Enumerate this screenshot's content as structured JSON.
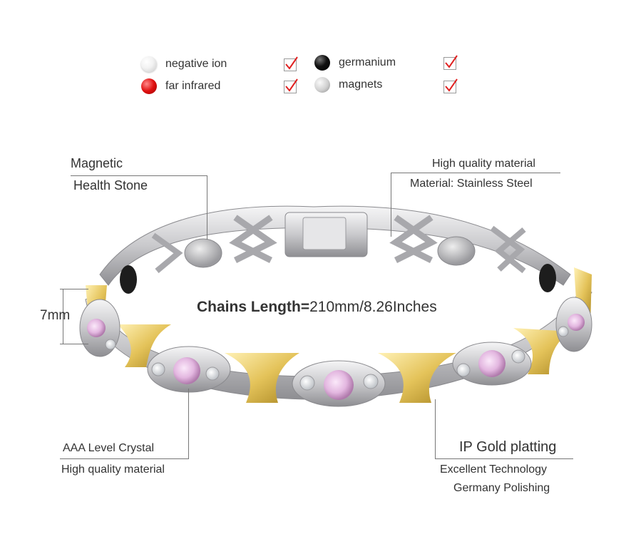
{
  "legend": {
    "items": [
      {
        "label": "negative ion",
        "icon": "negative-ion-dot-icon",
        "color": "#f2f2f2"
      },
      {
        "label": "far infrared",
        "icon": "far-infrared-dot-icon",
        "color": "#e01010"
      },
      {
        "label": "germanium",
        "icon": "germanium-dot-icon",
        "color": "#111111"
      },
      {
        "label": "magnets",
        "icon": "magnets-dot-icon",
        "color": "#cfcfcf"
      }
    ],
    "check_color": "#e02020"
  },
  "callouts": {
    "magnetic": [
      "Magnetic",
      "Health Stone"
    ],
    "material_top": [
      "High quality material",
      "Material: Stainless Steel"
    ],
    "crystal": [
      "AAA Level Crystal",
      "High quality material"
    ],
    "gold": [
      "IP Gold platting",
      "Excellent Technology",
      "Germany Polishing"
    ]
  },
  "chains": {
    "prefix": "Chains Length=",
    "value": "210mm/8.26Inches"
  },
  "width_label": "7mm",
  "colors": {
    "gold": "#e4c35a",
    "silver": "#d8d8da",
    "crystal_pink": "#e3b7e0"
  }
}
